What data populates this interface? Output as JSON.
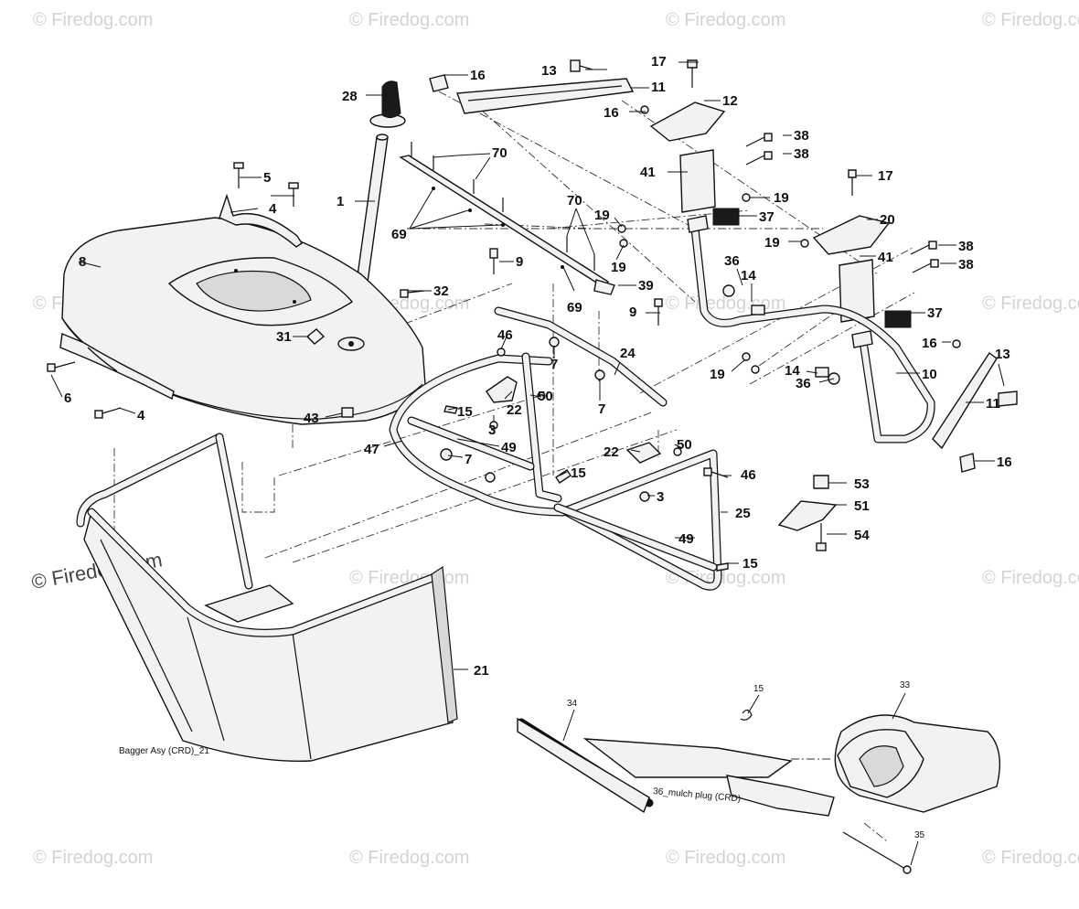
{
  "diagram": {
    "caption_main": "Bagger Asy (CRD)_21",
    "caption_sub": "36_mulch plug (CRD)",
    "watermark_main": "© Firedog.com",
    "watermark_faint": "© Firedog.com"
  },
  "callouts": {
    "c1": "1",
    "c3a": "3",
    "c3b": "3",
    "c4a": "4",
    "c4b": "4",
    "c5": "5",
    "c6": "6",
    "c7a": "7",
    "c7b": "7",
    "c7c": "7",
    "c8": "8",
    "c9a": "9",
    "c9b": "9",
    "c10": "10",
    "c11a": "11",
    "c11b": "11",
    "c12": "12",
    "c13a": "13",
    "c13b": "13",
    "c14a": "14",
    "c14b": "14",
    "c15a": "15",
    "c15b": "15",
    "c15c": "15",
    "c15d": "15",
    "c16a": "16",
    "c16b": "16",
    "c16c": "16",
    "c16d": "16",
    "c17a": "17",
    "c17b": "17",
    "c19a": "19",
    "c19b": "19",
    "c19c": "19",
    "c19d": "19",
    "c19e": "19",
    "c20": "20",
    "c21": "21",
    "c22a": "22",
    "c22b": "22",
    "c24": "24",
    "c25": "25",
    "c28": "28",
    "c31": "31",
    "c32": "32",
    "c33": "33",
    "c34": "34",
    "c35": "35",
    "c36a": "36",
    "c36b": "36",
    "c37a": "37",
    "c37b": "37",
    "c38a": "38",
    "c38b": "38",
    "c38c": "38",
    "c38d": "38",
    "c39": "39",
    "c41a": "41",
    "c41b": "41",
    "c43": "43",
    "c46a": "46",
    "c46b": "46",
    "c47": "47",
    "c49a": "49",
    "c49b": "49",
    "c50a": "50",
    "c50b": "50",
    "c51": "51",
    "c53": "53",
    "c54": "54",
    "c69a": "69",
    "c69b": "69",
    "c70a": "70",
    "c70b": "70"
  }
}
